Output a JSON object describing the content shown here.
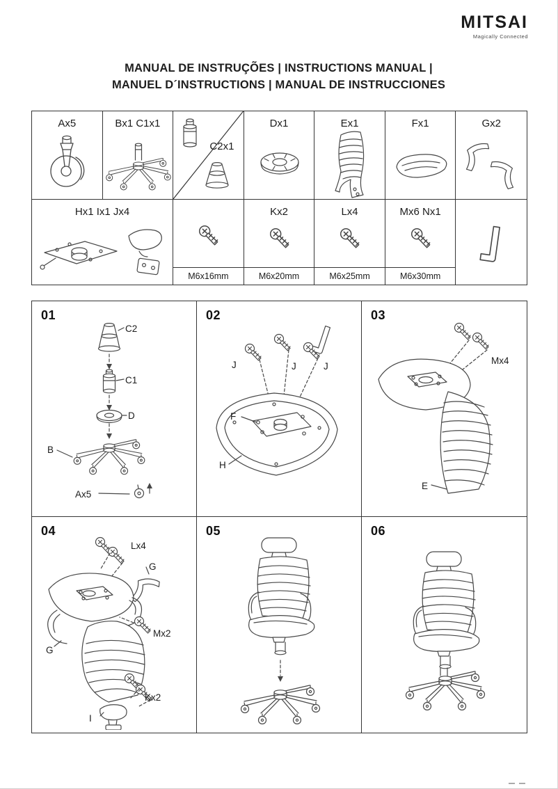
{
  "header": {
    "brand": "MITSAI",
    "tagline": "Magically Connected",
    "title_line1": "MANUAL DE INSTRUÇÕES |  INSTRUCTIONS MANUAL  |",
    "title_line2": "MANUEL D´INSTRUCTIONS  |  MANUAL DE INSTRUCCIONES"
  },
  "parts": {
    "a": {
      "label": "Ax5",
      "part": "caster-wheel"
    },
    "bc": {
      "label": "Bx1 C1x1",
      "part": "five-star-base-with-gas-lift"
    },
    "c2": {
      "label": "C2x1",
      "part": "gas-lift-piston-and-telescopic-cover"
    },
    "d": {
      "label": "Dx1",
      "part": "base-hub-cap"
    },
    "e": {
      "label": "Ex1",
      "part": "backrest-frame"
    },
    "f": {
      "label": "Fx1",
      "part": "seat-cushion"
    },
    "g": {
      "label": "Gx2",
      "part": "armrest-pair"
    },
    "hij": {
      "label": "Hx1 Ix1 Jx4",
      "part": "seat-mechanism-and-headrest"
    },
    "j_screw": {
      "size": "M6x16mm",
      "part": "screw"
    },
    "k": {
      "label": "Kx2",
      "size": "M6x20mm",
      "part": "screw"
    },
    "l": {
      "label": "Lx4",
      "size": "M6x25mm",
      "part": "screw"
    },
    "m": {
      "label": "Mx6 Nx1",
      "size": "M6x30mm",
      "part": "screw"
    },
    "n": {
      "part": "allen-key"
    }
  },
  "steps": {
    "s1": {
      "number": "01",
      "labels": {
        "c2": "C2",
        "c1": "C1",
        "d": "D",
        "b": "B",
        "a": "Ax5"
      }
    },
    "s2": {
      "number": "02",
      "labels": {
        "j1": "J",
        "j2": "J",
        "j3": "J",
        "f": "F",
        "h": "H"
      }
    },
    "s3": {
      "number": "03",
      "labels": {
        "m": "Mx4",
        "e": "E"
      }
    },
    "s4": {
      "number": "04",
      "labels": {
        "l": "Lx4",
        "g_right": "G",
        "m": "Mx2",
        "g_left": "G",
        "k": "Kx2",
        "i": "I"
      }
    },
    "s5": {
      "number": "05",
      "labels": {}
    },
    "s6": {
      "number": "06",
      "labels": {}
    }
  },
  "ink_color": "#474747"
}
